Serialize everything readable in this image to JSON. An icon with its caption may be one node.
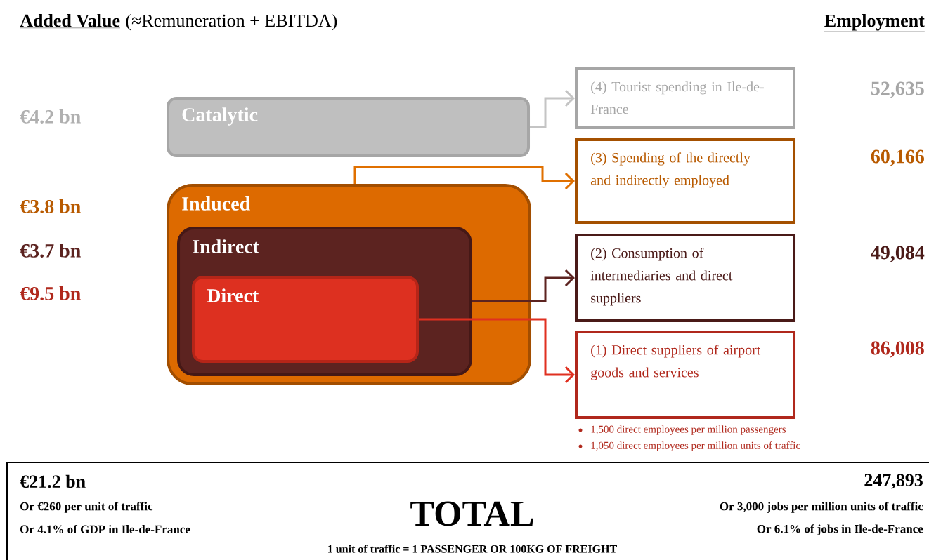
{
  "diagram": {
    "title": "Added Value",
    "nodes": [
      {
        "text": [
          "Catalytic"
        ]
      },
      {
        "text": [
          "Induced"
        ]
      },
      {
        "text": [
          "Indirect"
        ],
        "in": 1
      },
      {
        "text": [
          "Direct"
        ],
        "in": 2
      },
      {
        "text": [
          "(4) Tourist spending in Ile-de-France"
        ],
        "beside": [
          "52,635"
        ]
      },
      {
        "text": [
          "(3) Spending of the directly and indirectly employed"
        ],
        "beside": [
          "60,166"
        ]
      },
      {
        "text": [
          "(2) Consumption of intermediaries and direct suppliers"
        ],
        "beside": [
          "49,084"
        ]
      },
      {
        "text": [
          "(1) Direct suppliers of airport goods and services"
        ],
        "beside": [
          "86,008",
          "1,500 direct employees per million passengers",
          "1,050 direct employees per million units of traffic"
        ]
      },
      {
        "text": [
          "€21.2 bn",
          "Or €260 per unit of traffic",
          "Or 4.1% of GDP in Ile-de-France",
          "TOTAL",
          "247,893",
          "Or 3,000 jobs per million units of traffic",
          "Or 6.1% of jobs in Ile-de-France",
          "1 unit of traffic = 1 PASSENGER OR 100KG OF FREIGHT"
        ]
      }
    ],
    "edges": [
      {
        "from": 0,
        "to": 4,
        "arrow": "to",
        "color": "#c4c4c4"
      },
      {
        "from": 1,
        "to": 5,
        "arrow": "to",
        "color": "#e07000"
      },
      {
        "from": 2,
        "to": 6,
        "arrow": "to",
        "color": "#5c2320"
      },
      {
        "from": 3,
        "to": 7,
        "arrow": "to",
        "color": "#e03020"
      }
    ],
    "labels": [
      "(≈Remuneration + EBITDA)",
      "Employment",
      "€4.2 bn",
      "€3.8 bn",
      "€3.7 bn",
      "€9.5 bn"
    ]
  }
}
